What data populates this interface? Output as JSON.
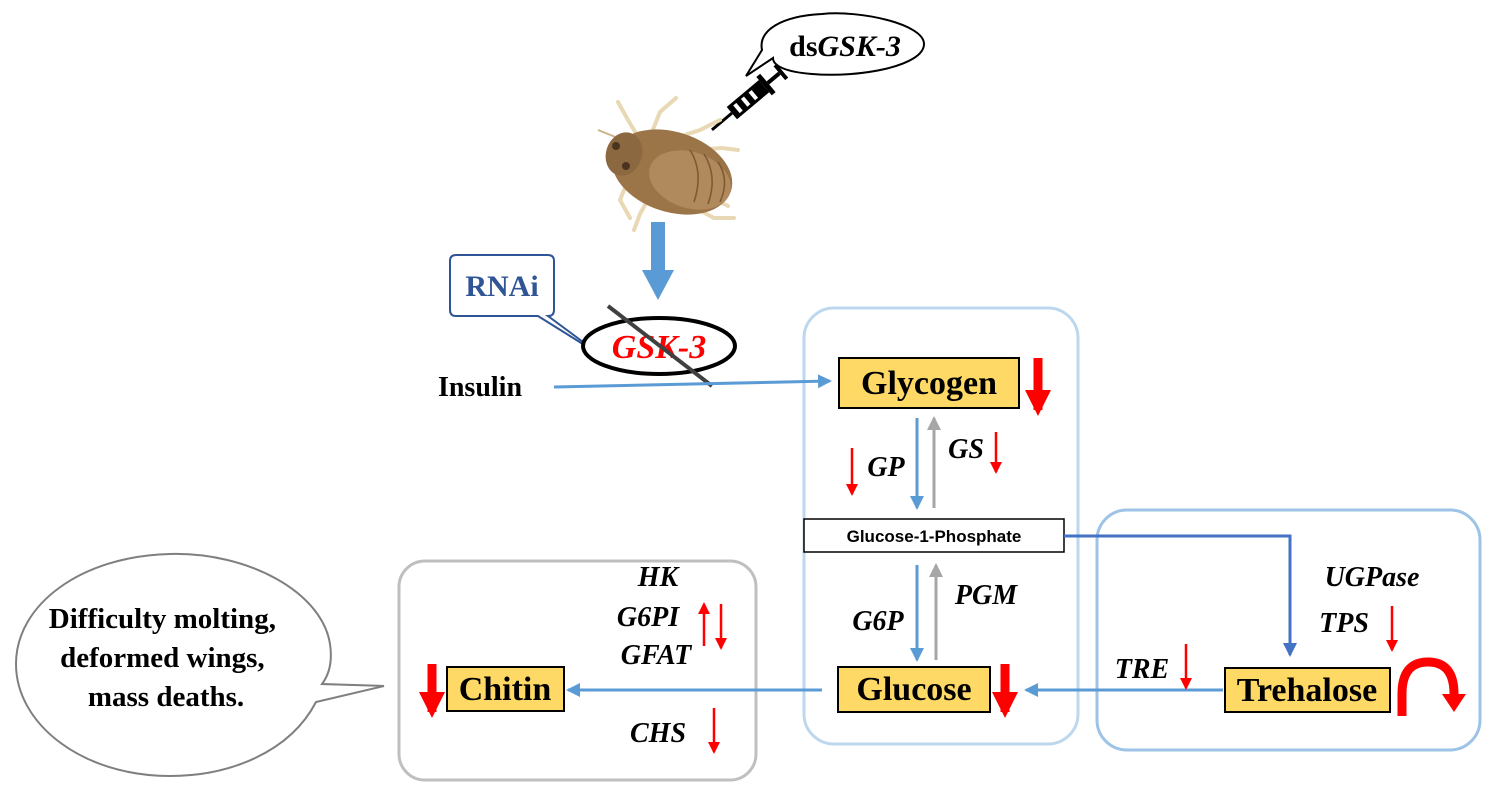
{
  "injection": {
    "prefix": "ds",
    "gene": "GSK-3"
  },
  "rnai_label": "RNAi",
  "target_gene": "GSK-3",
  "insulin": "Insulin",
  "glycogen": "Glycogen",
  "glucose_1_phosphate": "Glucose-1-Phosphate",
  "glucose": "Glucose",
  "trehalose": "Trehalose",
  "chitin": "Chitin",
  "enzymes": {
    "gp": "GP",
    "gs": "GS",
    "g6p": "G6P",
    "pgm": "PGM",
    "ugpase": "UGPase",
    "tps": "TPS",
    "tre": "TRE",
    "hk": "HK",
    "g6pi": "G6PI",
    "gfat": "GFAT",
    "chs": "CHS"
  },
  "phenotype": {
    "line1": "Difficulty molting,",
    "line2": "deformed wings,",
    "line3": "mass deaths."
  },
  "colors": {
    "arrow_blue": "#5b9bd5",
    "arrow_gray": "#a6a6a6",
    "down_red": "#ff0000",
    "box_fill": "#ffd966",
    "frame_light_blue": "#bdd7ee",
    "frame_blue": "#9dc3e6",
    "frame_gray": "#bfbfbf",
    "rnai_blue": "#2f5597"
  }
}
